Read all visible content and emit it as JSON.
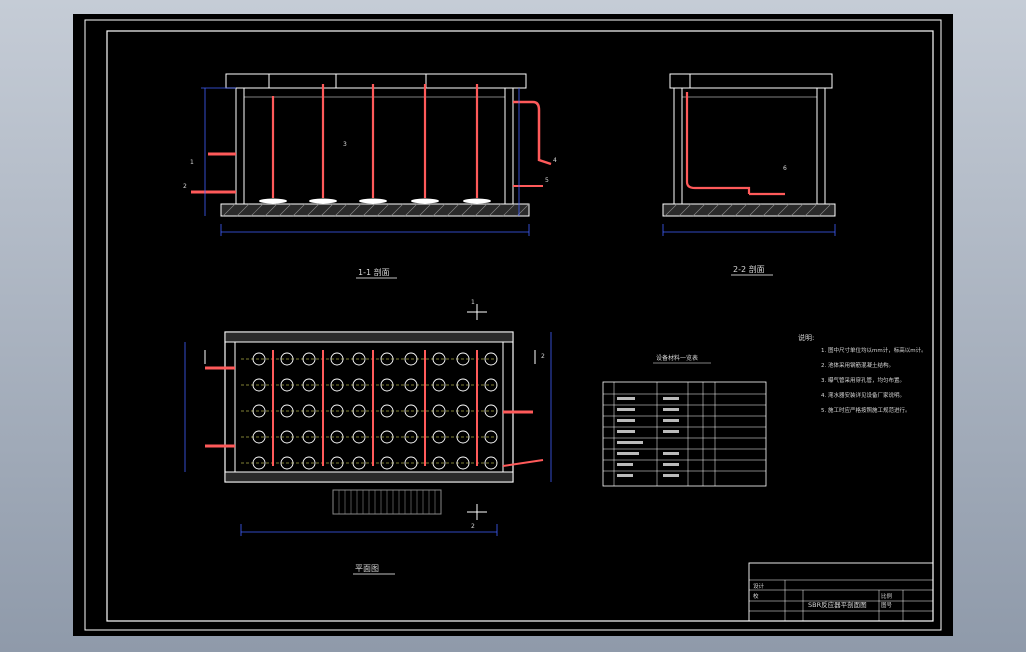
{
  "drawing": {
    "section_1_label": "1-1 剖面",
    "section_2_label": "2-2 剖面",
    "plan_label": "平面图",
    "section_marks": {
      "top": "1",
      "right": "2",
      "bottom": "2"
    },
    "table_title": "设备材料一览表",
    "notes": {
      "heading": "说明:",
      "items": [
        "1. 图中尺寸单位均以mm计，标高以m计。",
        "2. 池体采用钢筋混凝土结构。",
        "3. 曝气管采用穿孔管，均匀布置。",
        "4. 滗水器安装详见设备厂家说明。",
        "5. 施工时应严格按照施工规范进行。"
      ]
    },
    "title_block": {
      "designer_label": "设计",
      "checker_label": "校",
      "drawing_name": "SBR反应器平剖面图",
      "drawing_no_label": "图号",
      "scale_label": "比例"
    },
    "callouts": [
      "1",
      "2",
      "3",
      "4",
      "5",
      "6"
    ],
    "colors": {
      "outline": "#ffffff",
      "pipe": "#ff5a5a",
      "dimension": "#4060ff",
      "grid": "#ffff66",
      "hatch": "#7a7a7a",
      "text": "#d8d8d8"
    }
  }
}
